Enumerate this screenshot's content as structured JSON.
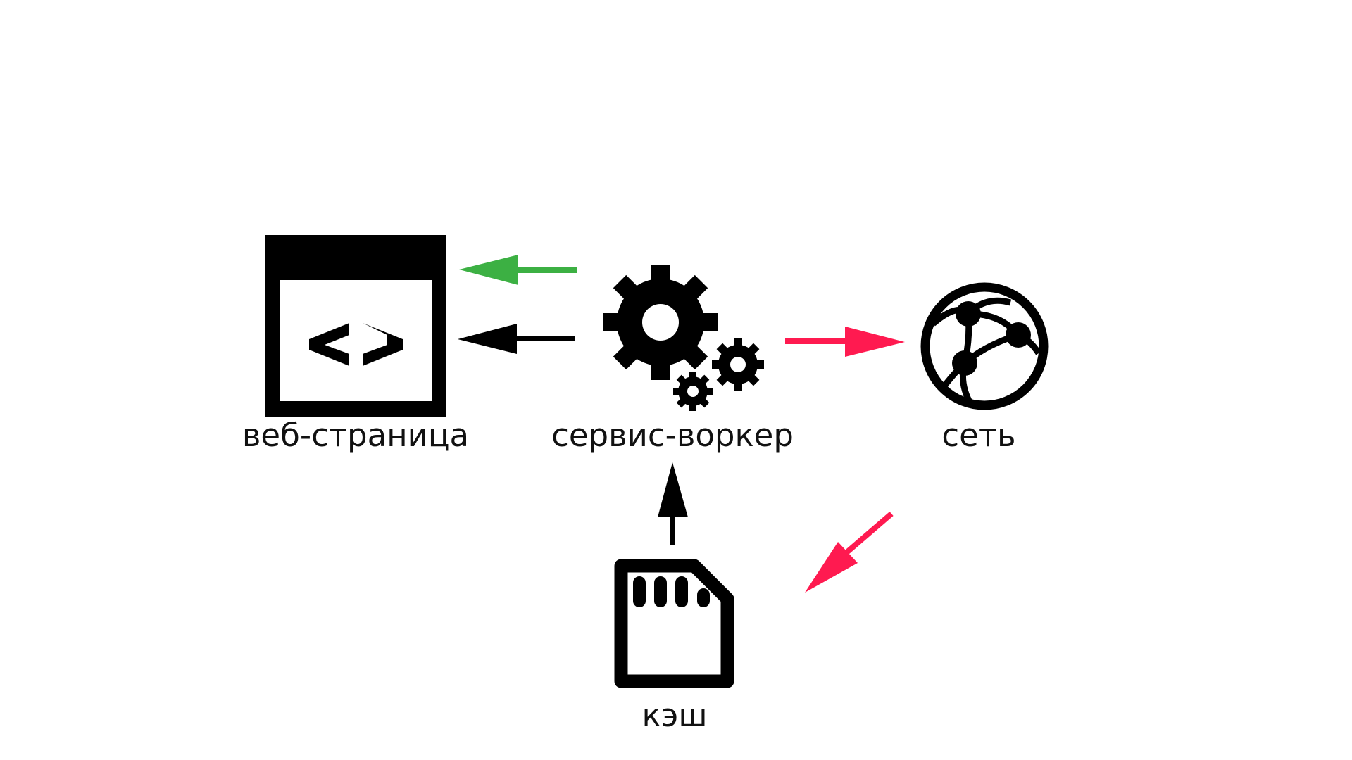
{
  "nodes": {
    "webpage": {
      "label": "веб-страница",
      "icon": "code-window-icon"
    },
    "service_worker": {
      "label": "сервис-воркер",
      "icon": "gears-icon"
    },
    "network": {
      "label": "сеть",
      "icon": "globe-network-icon"
    },
    "cache": {
      "label": "кэш",
      "icon": "memory-card-icon"
    }
  },
  "edges": [
    {
      "from": "service_worker",
      "to": "webpage",
      "color": "#3cb043"
    },
    {
      "from": "service_worker",
      "to": "webpage",
      "color": "#000000"
    },
    {
      "from": "service_worker",
      "to": "network",
      "color": "#ff1a50"
    },
    {
      "from": "network",
      "to": "cache",
      "color": "#ff1a50"
    },
    {
      "from": "cache",
      "to": "service_worker",
      "color": "#000000"
    }
  ],
  "colors": {
    "green_arrow": "#3cb043",
    "red_arrow": "#ff1a50",
    "icon": "#000000",
    "text": "#111111",
    "background": "#ffffff"
  }
}
